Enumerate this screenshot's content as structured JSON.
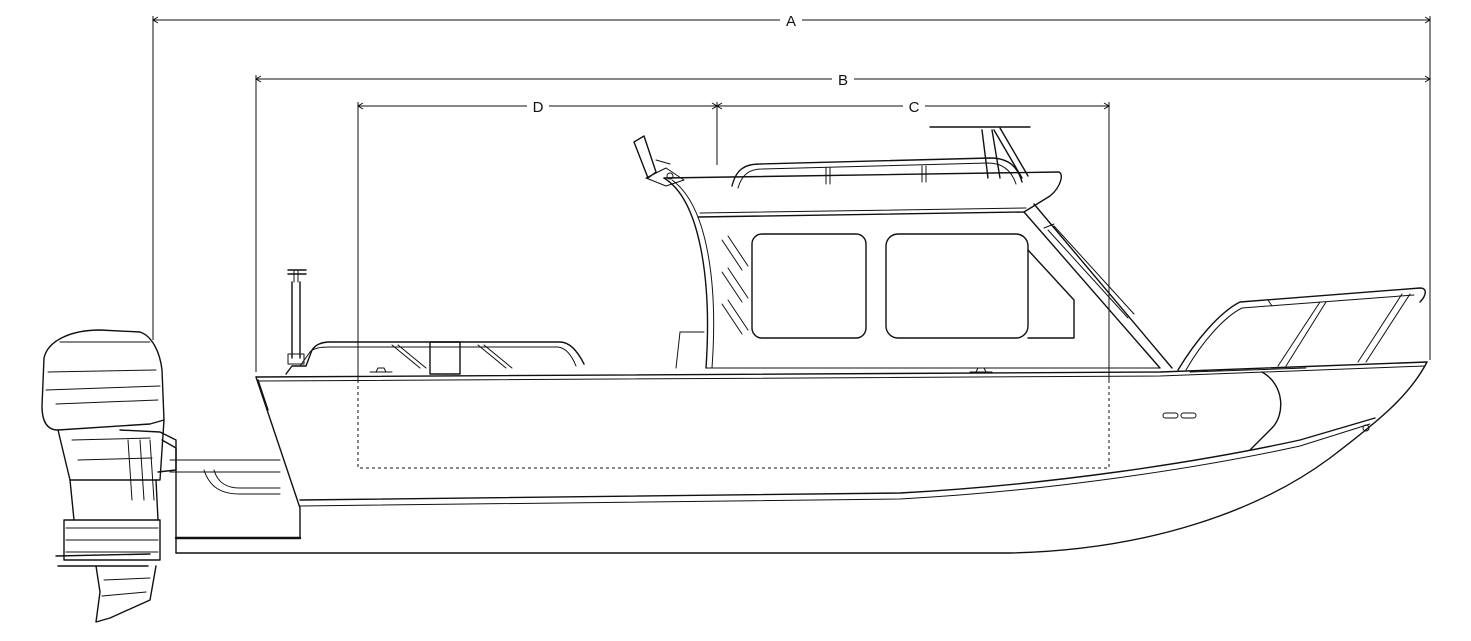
{
  "dimensions": {
    "a": {
      "label": "A"
    },
    "b": {
      "label": "B"
    },
    "c": {
      "label": "C"
    },
    "d": {
      "label": "D"
    }
  },
  "colors": {
    "line": "#111111",
    "background": "#ffffff"
  }
}
